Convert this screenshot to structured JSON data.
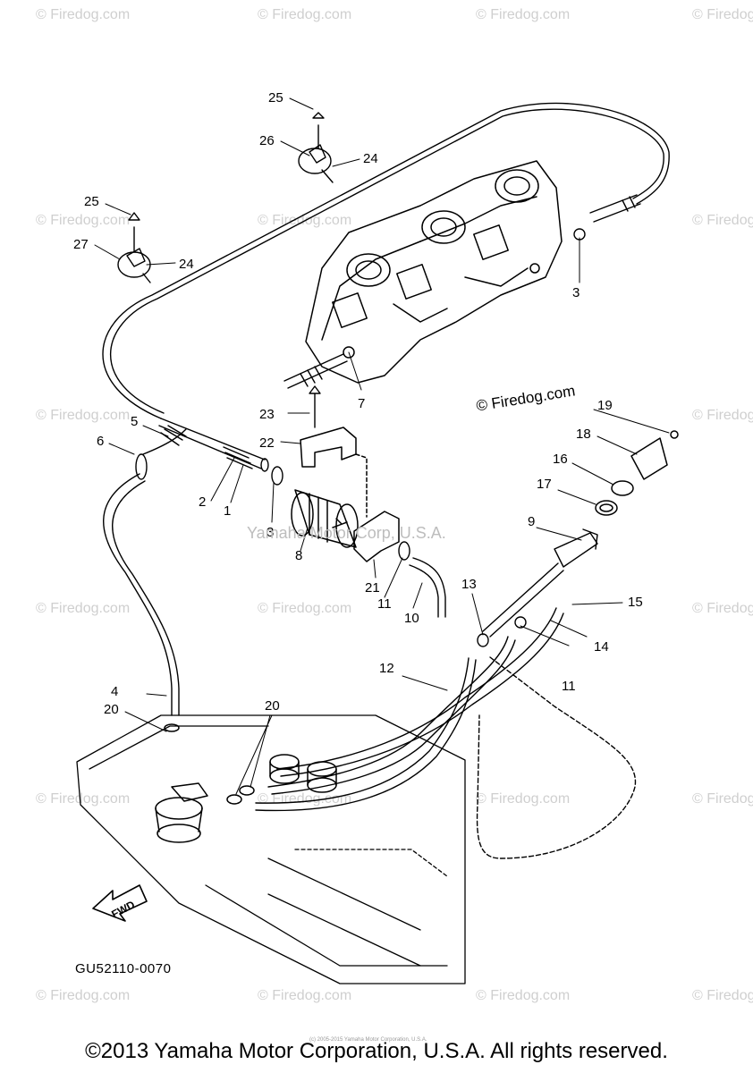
{
  "watermark": {
    "text": "© Firedog.com"
  },
  "center_watermark": "Yamaha Motor Corp, U.S.A.",
  "diagram_label": "© Firedog.com",
  "figure_code": "GU52110-0070",
  "fwd_label": "FWD",
  "copyright": "©2013 Yamaha Motor Corporation, U.S.A. All rights reserved.",
  "tiny_copyright": "(c) 2005-2015 Yamaha Motor Corporation, U.S.A.",
  "callouts": {
    "c1": "1",
    "c2": "2",
    "c3a": "3",
    "c3b": "3",
    "c4": "4",
    "c5": "5",
    "c6": "6",
    "c7": "7",
    "c8": "8",
    "c9": "9",
    "c10": "10",
    "c11a": "11",
    "c11b": "11",
    "c12": "12",
    "c13": "13",
    "c14": "14",
    "c15": "15",
    "c16": "16",
    "c17": "17",
    "c18": "18",
    "c19": "19",
    "c20a": "20",
    "c20b": "20",
    "c21": "21",
    "c22": "22",
    "c23": "23",
    "c24a": "24",
    "c24b": "24",
    "c25a": "25",
    "c25b": "25",
    "c26": "26",
    "c27": "27"
  }
}
